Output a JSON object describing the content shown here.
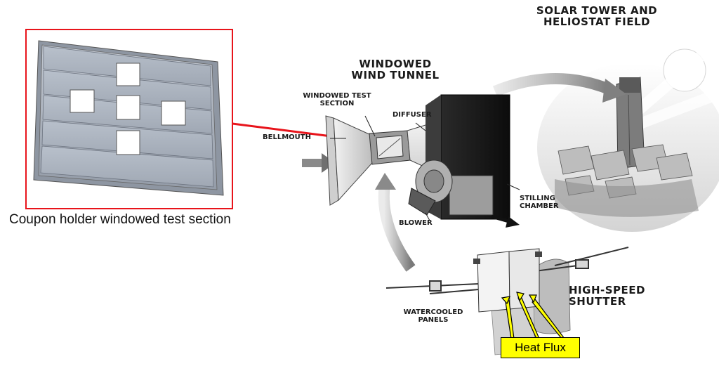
{
  "coupon": {
    "caption": "Coupon holder windowed test section"
  },
  "labels": {
    "solar_tower": "SOLAR TOWER AND HELIOSTAT FIELD",
    "wind_tunnel": "WINDOWED WIND TUNNEL",
    "test_section": "WINDOWED TEST SECTION",
    "diffuser": "DIFFUSER",
    "bellmouth": "BELLMOUTH",
    "stilling_chamber": "STILLING CHAMBER",
    "blower": "BLOWER",
    "high_speed_shutter": "HIGH-SPEED SHUTTER",
    "watercooled_panels": "WATERCOOLED PANELS",
    "heat_flux": "Heat Flux"
  },
  "colors": {
    "callout_box": "#e8141b",
    "callout_arrow": "#e8141b",
    "heat_flux_fill": "#ffff00",
    "panel_face": "#a9b1bd"
  }
}
